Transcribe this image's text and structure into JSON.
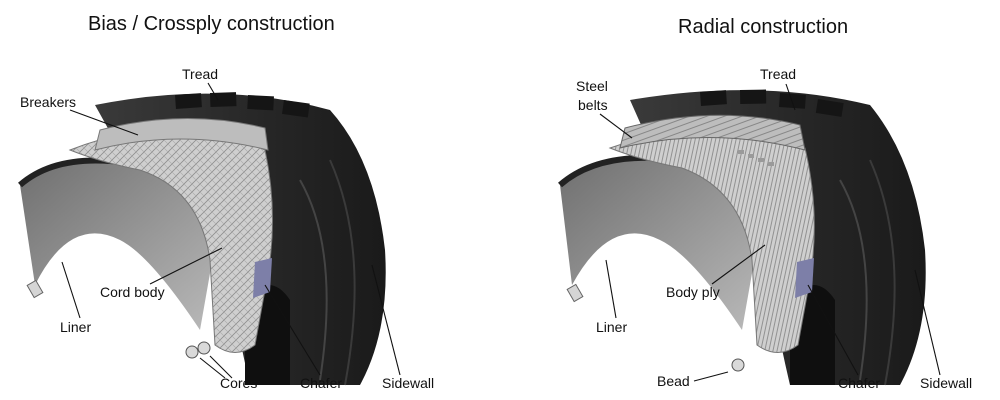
{
  "diagrams": [
    {
      "title": "Bias / Crossply construction",
      "labels": {
        "tread": "Tread",
        "breakers": "Breakers",
        "cord_body": "Cord body",
        "liner": "Liner",
        "cores": "Cores",
        "chafer": "Chafer",
        "sidewall": "Sidewall"
      }
    },
    {
      "title": "Radial construction",
      "labels": {
        "tread": "Tread",
        "steel_belts_line1": "Steel",
        "steel_belts_line2": "belts",
        "body_ply": "Body ply",
        "liner": "Liner",
        "bead": "Bead",
        "chafer": "Chafer",
        "sidewall": "Sidewall"
      }
    }
  ],
  "colors": {
    "tire_rubber": "#2b2b2b",
    "tire_dark": "#1c1c1c",
    "ply_light": "#c9c9c9",
    "liner_grey": "#9a9a9a",
    "chafer_blue": "#7d7fa8"
  }
}
